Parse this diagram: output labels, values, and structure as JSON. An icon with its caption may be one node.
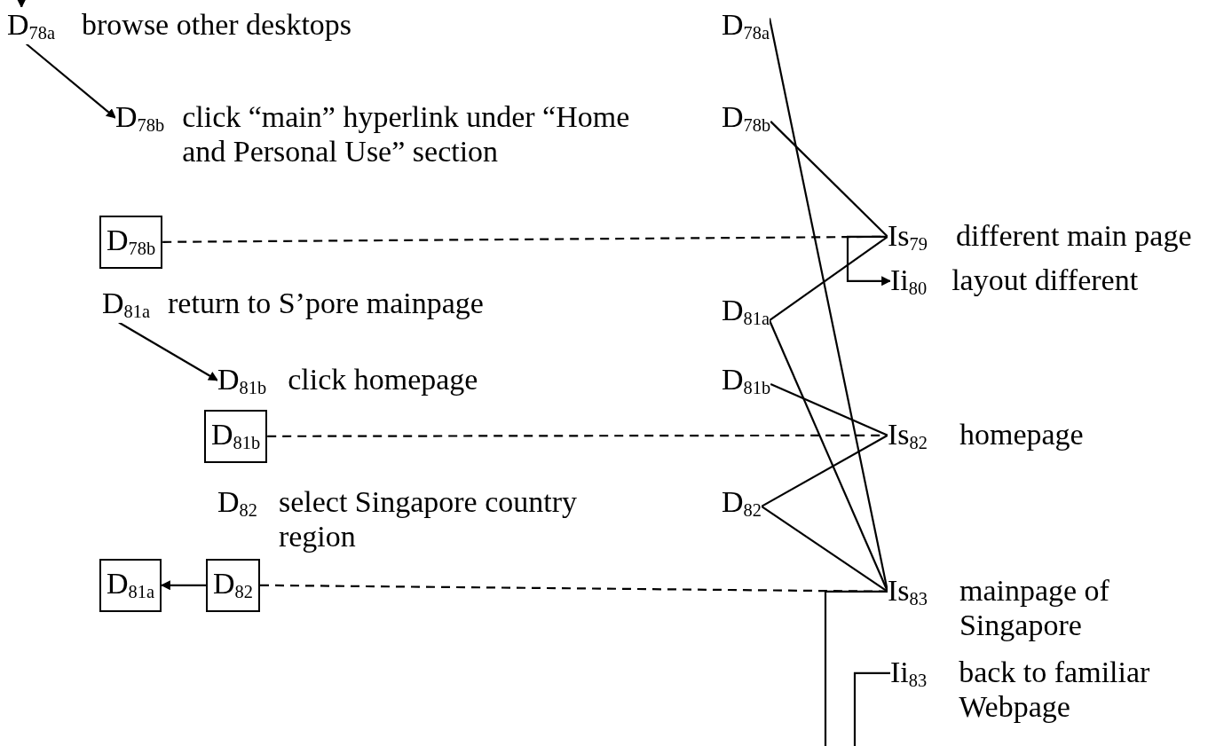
{
  "diagram": {
    "nodes": [
      {
        "text": [
          "D$_{78a}$"
        ],
        "beside": [
          "browse other desktops"
        ]
      },
      {
        "text": [
          "D$_{78b}$"
        ],
        "beside": [
          "click “main” hyperlink under “Home and Personal Use” section"
        ]
      },
      {
        "text": [
          "D$_{78b}$"
        ]
      },
      {
        "text": [
          "D$_{81a}$"
        ],
        "beside": [
          "return to S’pore mainpage"
        ]
      },
      {
        "text": [
          "D$_{81b}$"
        ],
        "beside": [
          "click homepage"
        ]
      },
      {
        "text": [
          "D$_{81b}$"
        ]
      },
      {
        "text": [
          "D$_{82}$"
        ],
        "beside": [
          "select Singapore country region"
        ]
      },
      {
        "text": [
          "D$_{81a}$"
        ]
      },
      {
        "text": [
          "D$_{82}$"
        ]
      },
      {
        "text": [
          "D$_{78a}$"
        ]
      },
      {
        "text": [
          "D$_{78b}$"
        ]
      },
      {
        "text": [
          "D$_{81a}$"
        ]
      },
      {
        "text": [
          "D$_{81b}$"
        ]
      },
      {
        "text": [
          "D$_{82}$"
        ]
      },
      {
        "text": [
          "Is$_{79}$"
        ],
        "beside": [
          "different main page"
        ]
      },
      {
        "text": [
          "Ii$_{80}$"
        ],
        "beside": [
          "layout different"
        ]
      },
      {
        "text": [
          "Is$_{82}$"
        ],
        "beside": [
          "homepage"
        ]
      },
      {
        "text": [
          "Is$_{83}$"
        ],
        "beside": [
          "mainpage of Singapore"
        ]
      },
      {
        "text": [
          "Ii$_{83}$"
        ],
        "beside": [
          "back to familiar Webpage"
        ]
      }
    ],
    "edges": [
      {
        "from": null,
        "to": 0,
        "arrow": "to"
      },
      {
        "from": 0,
        "to": 1,
        "arrow": "to"
      },
      {
        "from": 3,
        "to": 4,
        "arrow": "to"
      },
      {
        "from": 8,
        "to": 7,
        "arrow": "to"
      },
      {
        "from": 2,
        "to": 14,
        "arrow": "none",
        "style": "dashed"
      },
      {
        "from": 5,
        "to": 16,
        "arrow": "none",
        "style": "dashed"
      },
      {
        "from": 8,
        "to": 17,
        "arrow": "none",
        "style": "dashed"
      },
      {
        "from": 9,
        "to": 17,
        "arrow": "none"
      },
      {
        "from": 10,
        "to": 14,
        "arrow": "none"
      },
      {
        "from": 11,
        "to": 14,
        "arrow": "none"
      },
      {
        "from": 11,
        "to": 17,
        "arrow": "none"
      },
      {
        "from": 12,
        "to": 16,
        "arrow": "none"
      },
      {
        "from": 13,
        "to": 16,
        "arrow": "none"
      },
      {
        "from": 13,
        "to": 17,
        "arrow": "none"
      },
      {
        "from": 14,
        "to": 15,
        "arrow": "to"
      },
      {
        "from": 17,
        "to": null,
        "arrow": "none"
      },
      {
        "from": 18,
        "to": null,
        "arrow": "none"
      }
    ]
  }
}
